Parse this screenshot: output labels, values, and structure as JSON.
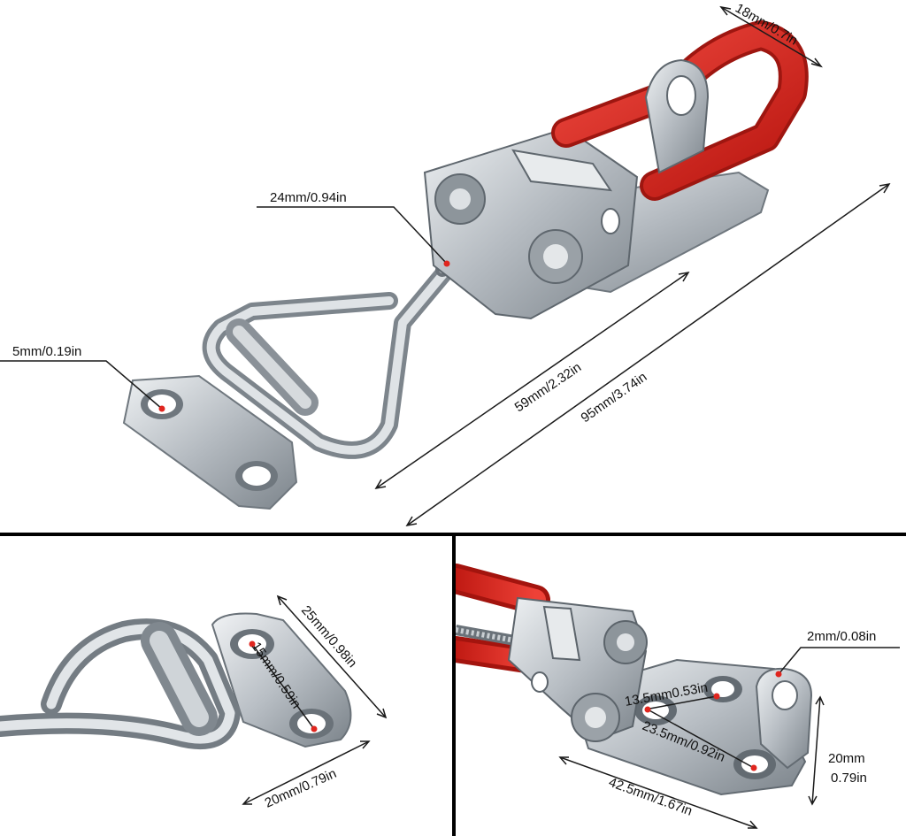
{
  "colors": {
    "handle": "#e0261f",
    "steel": "#b9bfc5",
    "steel_dark": "#7c848b",
    "line": "#1a1a1a",
    "marker": "#e0261f"
  },
  "top_panel": {
    "dim_width": "18mm/0.7in",
    "dim_spring": "24mm/0.94in",
    "dim_hole": "5mm/0.19in",
    "dim_body": "59mm/2.32in",
    "dim_total": "95mm/3.74in"
  },
  "bottom_left_panel": {
    "dim_plate_length": "25mm/0.98in",
    "dim_hole_spacing": "15mm/0.59in",
    "dim_plate_width": "20mm/0.79in"
  },
  "bottom_right_panel": {
    "dim_thickness": "2mm/0.08in",
    "dim_hole_small": "13.5mm0.53in",
    "dim_hole_diag": "23.5mm/0.92in",
    "dim_base_length": "42.5mm/1.67in",
    "dim_height_mm": "20mm",
    "dim_height_in": "0.79in"
  }
}
